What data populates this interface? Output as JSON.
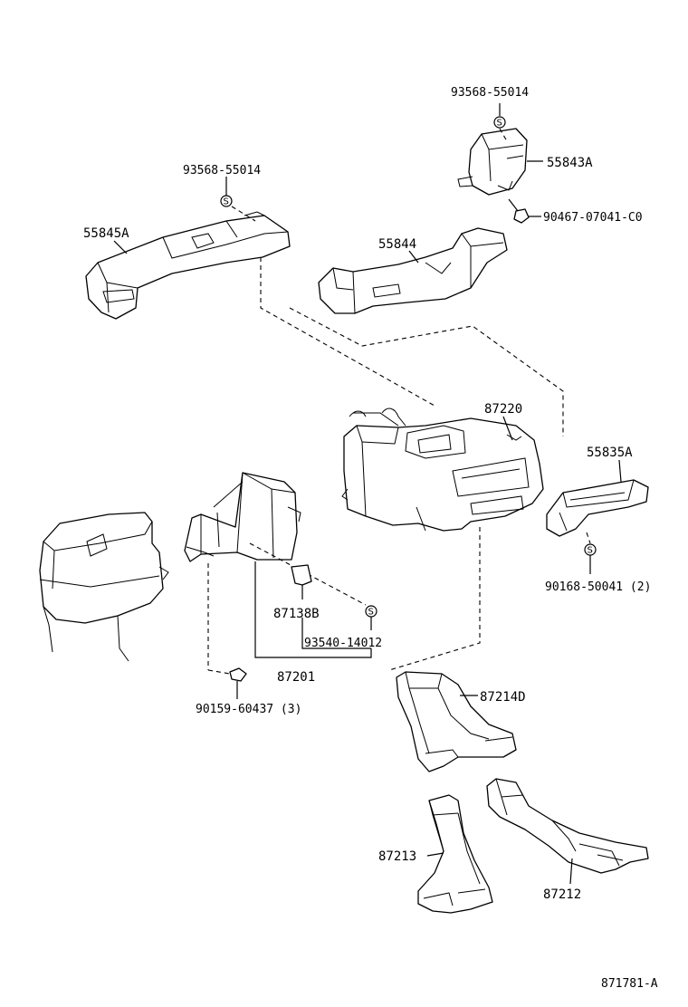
{
  "labels": {
    "p93568_top": "93568-55014",
    "p55843A": "55843A",
    "p90467": "90467-07041-C0",
    "p93568_left": "93568-55014",
    "p55845A": "55845A",
    "p55844": "55844",
    "p87220": "87220",
    "p55835A": "55835A",
    "p90168": "90168-50041 (2)",
    "p87138B": "87138B",
    "p93540": "93540-14012",
    "p87201": "87201",
    "p90159": "90159-60437 (3)",
    "p87214D": "87214D",
    "p87213": "87213",
    "p87212": "87212",
    "drawing_no": "871781-A"
  },
  "symbols": {
    "screw_marker": "S"
  }
}
